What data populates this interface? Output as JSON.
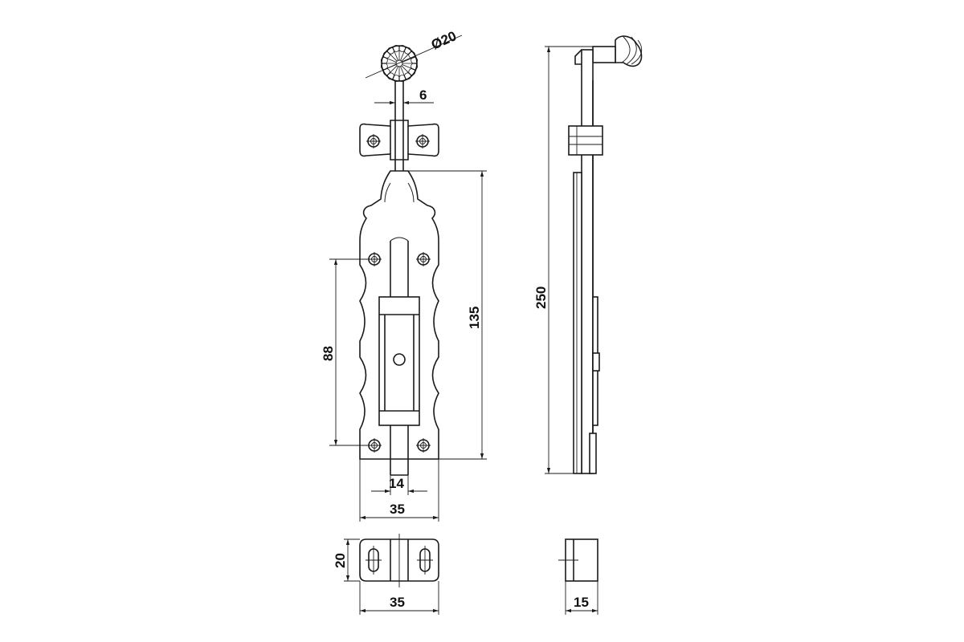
{
  "dimensions": {
    "knob_diameter": "Ø20",
    "rod_diameter": "6",
    "bolt_width": "14",
    "plate_width": "35",
    "keeper_width": "35",
    "keeper_height": "20",
    "keeper_depth": "15",
    "hole_spacing": "88",
    "plate_length": "135",
    "total_length": "250"
  },
  "colors": {
    "line": "#1a1a1a",
    "background": "#ffffff"
  }
}
